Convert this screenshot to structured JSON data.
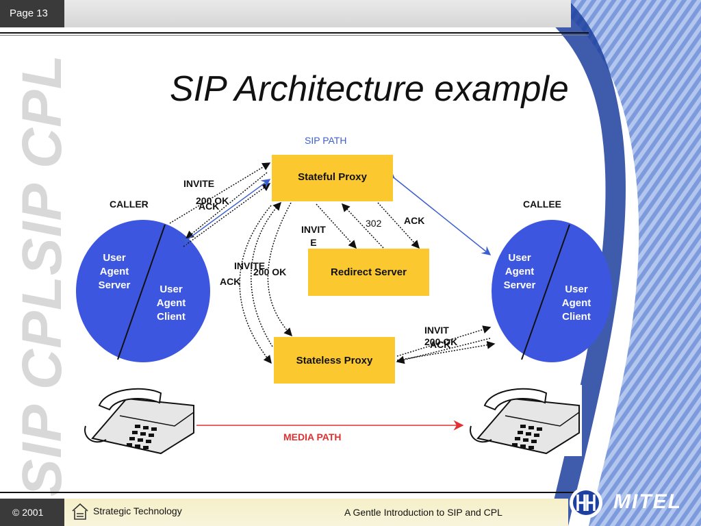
{
  "header": {
    "page_label": "Page 13"
  },
  "watermark": "SIP CPLSIP CPL",
  "title": "SIP Architecture example",
  "diagram": {
    "sip_path_label": "SIP PATH",
    "media_path_label": "MEDIA PATH",
    "caller_label": "CALLER",
    "callee_label": "CALLEE",
    "stateful_proxy": "Stateful Proxy",
    "redirect_server": "Redirect Server",
    "stateless_proxy": "Stateless Proxy",
    "caller_uas": [
      "User",
      "Agent",
      "Server"
    ],
    "caller_uac": [
      "User",
      "Agent",
      "Client"
    ],
    "callee_uas": [
      "User",
      "Agent",
      "Server"
    ],
    "callee_uac": [
      "User",
      "Agent",
      "Client"
    ],
    "messages": {
      "invite_top": "INVITE",
      "ok200_top": "200 OK",
      "ack_top": "ACK",
      "invite_redirect": "INVIT\nE",
      "code_302": "302",
      "ack_redirect": "ACK",
      "invite_mid": "INVITE",
      "ok200_mid": "200 OK",
      "ack_mid": "ACK",
      "invite_callee": "INVIT",
      "ok200_callee": "200 OK",
      "ack_callee": "ACK"
    },
    "colors": {
      "box": "#fbc82f",
      "agent_circle": "#3d56e0",
      "sip_path": "#3c5fcf",
      "media_path": "#e03030"
    }
  },
  "footer": {
    "copyright": "© 2001",
    "left_text": "Strategic Technology",
    "right_text": "A Gentle Introduction to SIP and CPL",
    "logo_text": "MITEL"
  }
}
